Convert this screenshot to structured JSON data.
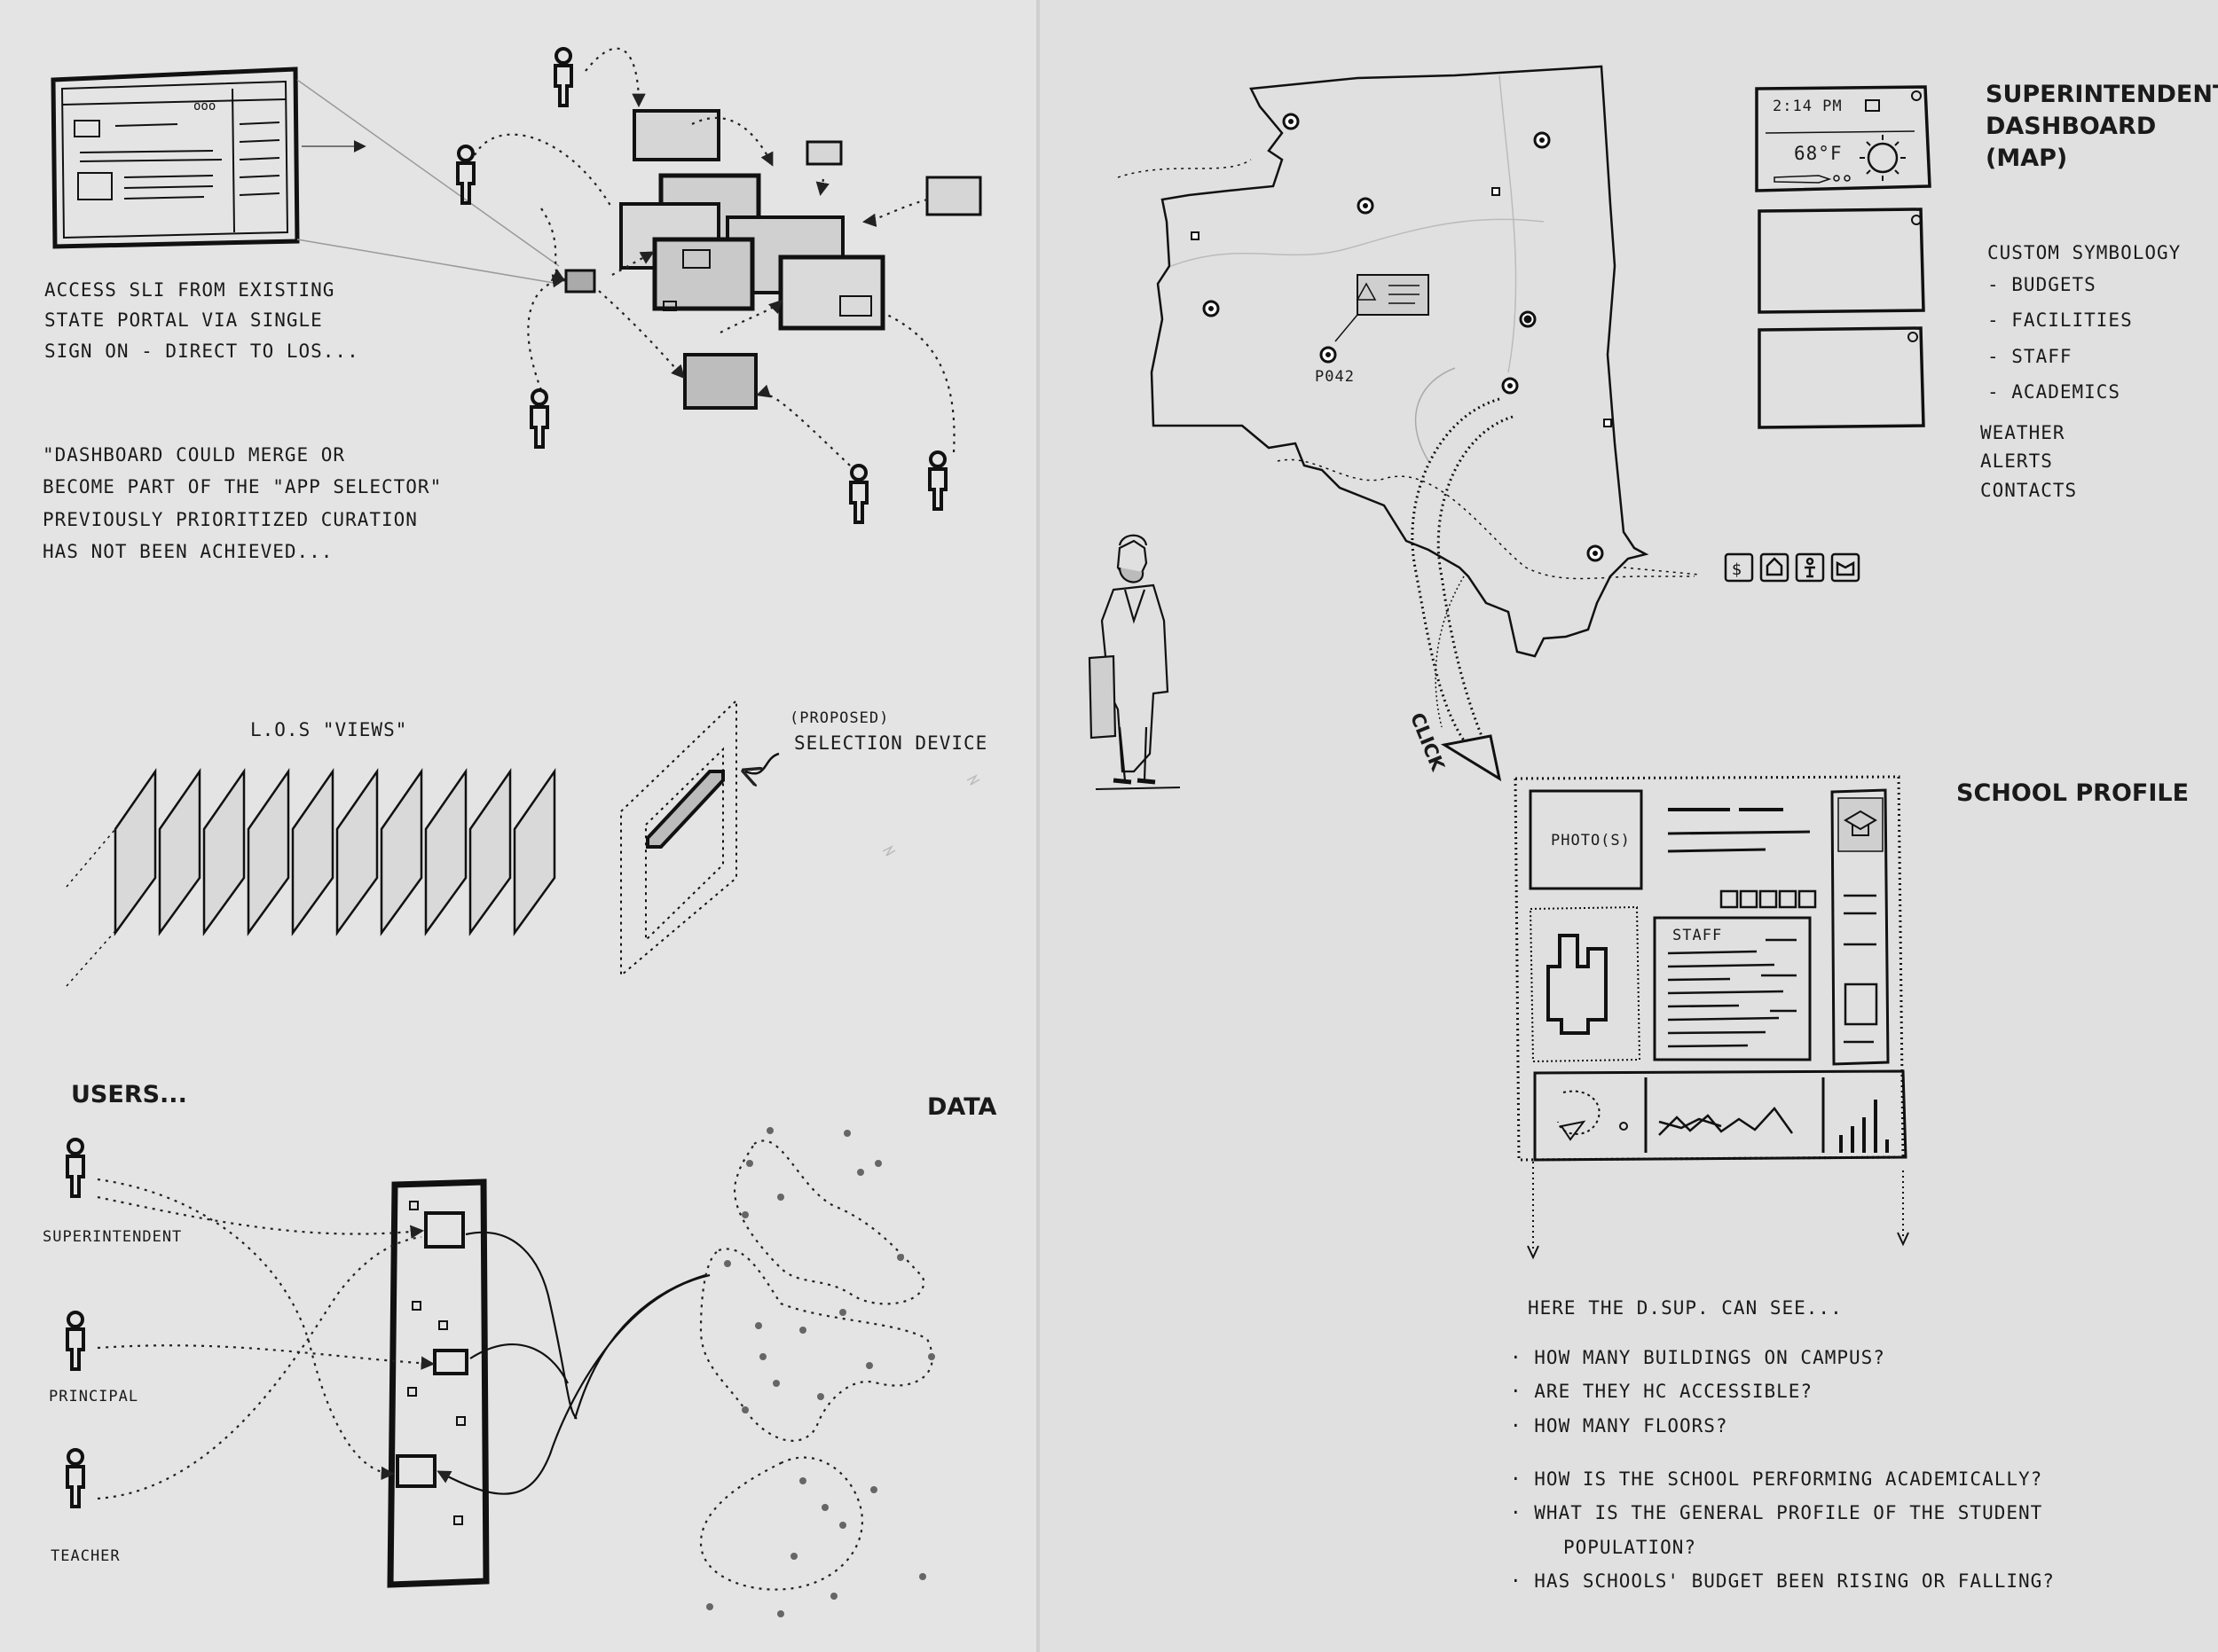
{
  "top_left": {
    "access_note": [
      "ACCESS SLI FROM EXISTING",
      "STATE PORTAL VIA SINGLE",
      "SIGN ON - DIRECT TO LOS..."
    ],
    "dashboard_quote": [
      "\"DASHBOARD COULD MERGE OR",
      "BECOME PART OF THE \"APP SELECTOR\"",
      "PREVIOUSLY PRIORITIZED CURATION",
      "HAS NOT BEEN ACHIEVED..."
    ]
  },
  "views": {
    "title": "L.O.S \"VIEWS\"",
    "proposed_label": "(PROPOSED)",
    "selection_label": "SELECTION DEVICE"
  },
  "users": {
    "heading": "USERS...",
    "roles": [
      "SUPERINTENDENT",
      "PRINCIPAL",
      "TEACHER"
    ]
  },
  "data": {
    "heading": "DATA"
  },
  "map": {
    "pin_label": "P042"
  },
  "superintendent_dashboard": {
    "title": [
      "SUPERINTENDENT",
      "DASHBOARD",
      "(MAP)"
    ],
    "time": "2:14 PM",
    "temperature": "68°F",
    "custom_symbology": "CUSTOM SYMBOLOGY",
    "symbology_items": [
      "- BUDGETS",
      "- FACILITIES",
      "- STAFF",
      "- ACADEMICS"
    ],
    "extras": [
      "WEATHER",
      "ALERTS",
      "CONTACTS"
    ]
  },
  "click_label": "CLICK",
  "school_profile": {
    "title": "SCHOOL PROFILE",
    "photo_label": "PHOTO(S)",
    "staff_label": "STAFF"
  },
  "dsup_notes": {
    "intro": "HERE THE D.SUP. CAN SEE...",
    "facility_questions": [
      "· HOW MANY BUILDINGS ON CAMPUS?",
      "· ARE THEY HC ACCESSIBLE?",
      "· HOW MANY FLOORS?"
    ],
    "performance_questions": [
      "· HOW IS THE SCHOOL PERFORMING ACADEMICALLY?",
      "· WHAT IS THE GENERAL PROFILE OF THE STUDENT"
    ],
    "performance_cont": "POPULATION?",
    "budget_question": "· HAS SCHOOLS' BUDGET BEEN RISING OR FALLING?"
  }
}
